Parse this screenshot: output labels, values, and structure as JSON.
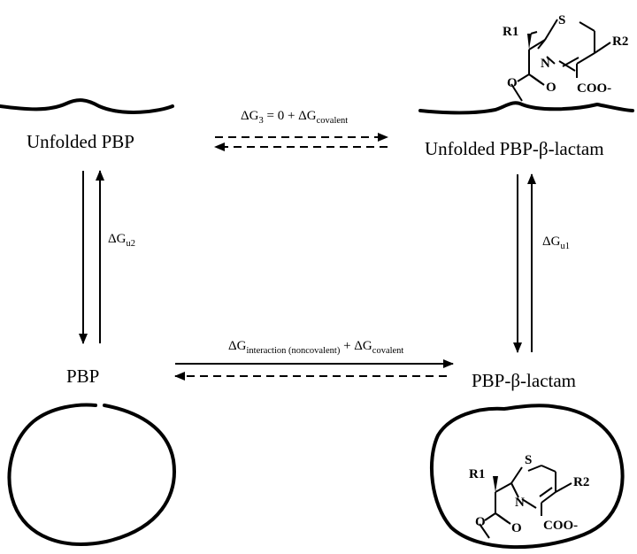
{
  "states": {
    "unfolded_pbp": "Unfolded PBP",
    "unfolded_pbp_lactam": "Unfolded PBP-β-lactam",
    "pbp": "PBP",
    "pbp_lactam": "PBP-β-lactam"
  },
  "top_arrow": {
    "delta": "ΔG",
    "sub1": "3",
    "mid": " = 0 + ΔG",
    "sub2": "covalent"
  },
  "left_arrow": {
    "delta": "ΔG",
    "sub": "u2"
  },
  "right_arrow": {
    "delta": "ΔG",
    "sub": "u1"
  },
  "bottom_arrow": {
    "delta": "ΔG",
    "sub1": "interaction (noncovalent)",
    "mid": " + ΔG",
    "sub2": "covalent"
  },
  "molecule": {
    "r1": "R1",
    "r2": "R2",
    "s": "S",
    "n": "N",
    "o": "O",
    "coo": "COO-"
  }
}
